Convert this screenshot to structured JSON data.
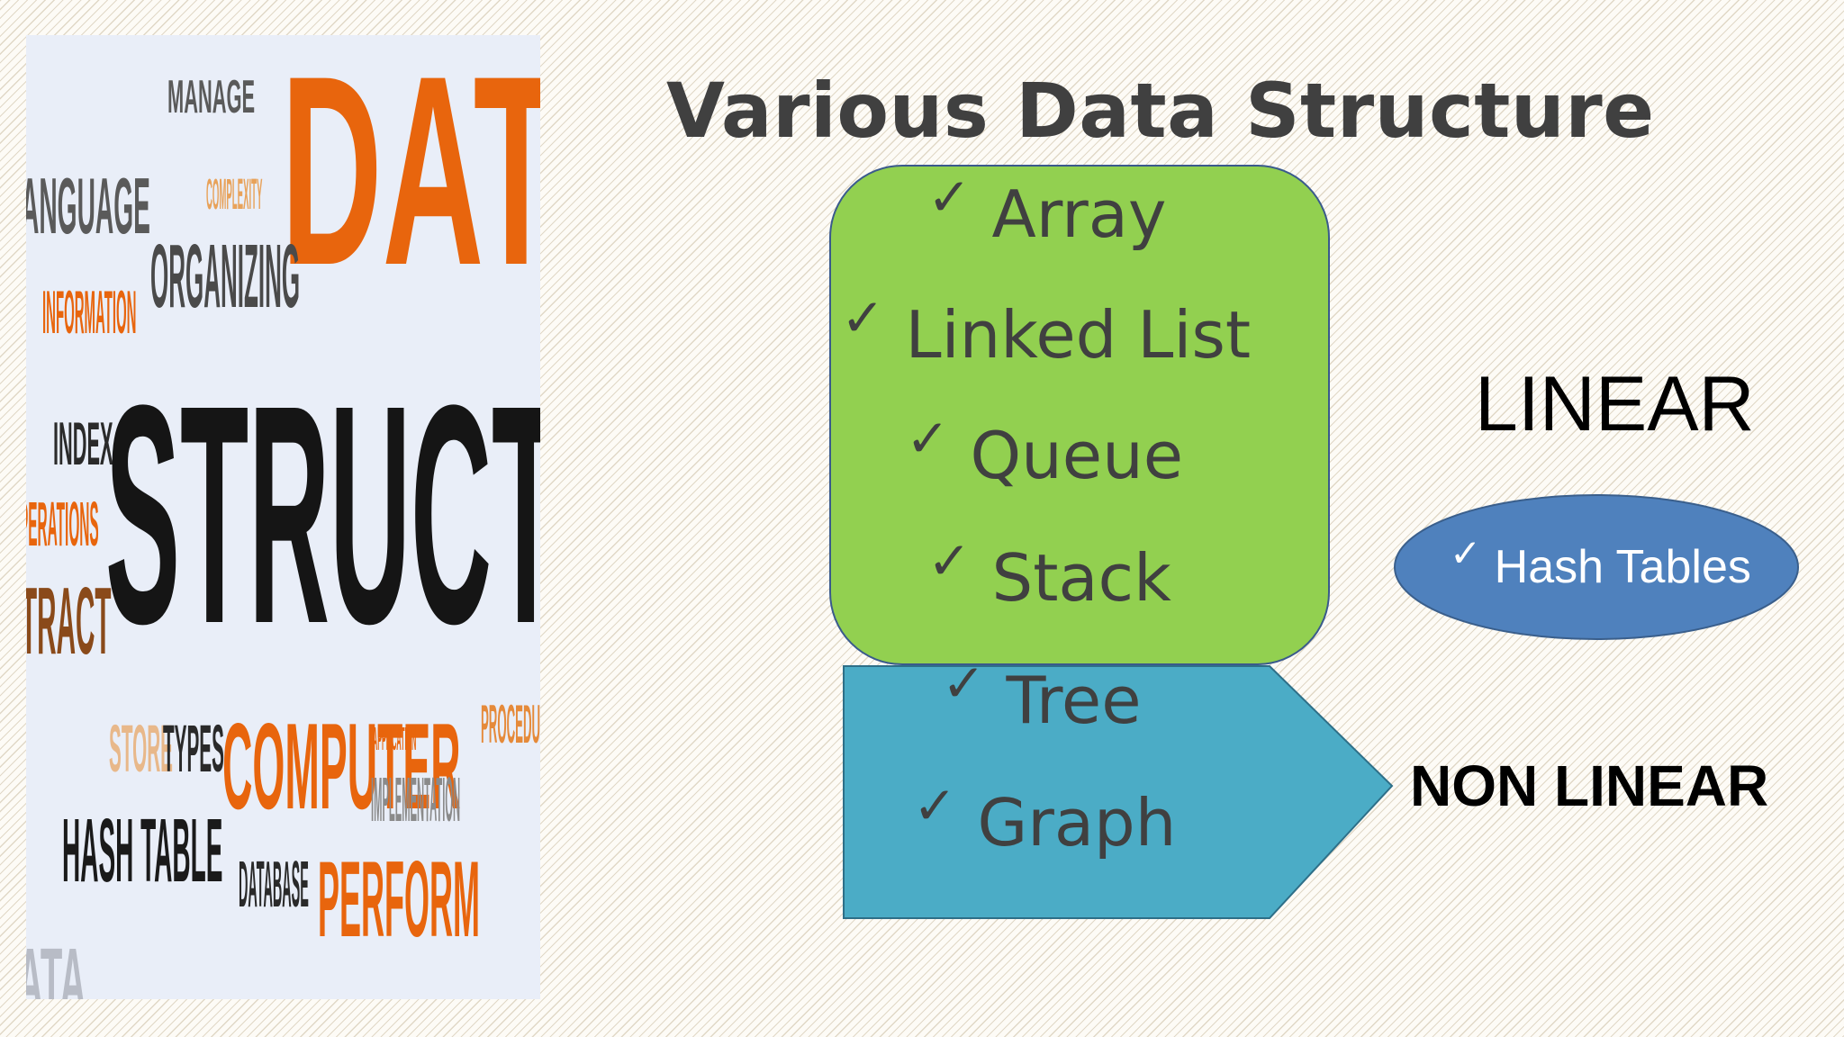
{
  "slide": {
    "title": "Various Data Structure",
    "check_glyph": "✓",
    "linear_group": {
      "items": [
        "Array",
        "Linked List",
        "Queue",
        "Stack"
      ],
      "fill": "#92d050"
    },
    "nonlinear_group": {
      "items": [
        "Tree",
        "Graph"
      ],
      "fill": "#4bacc6"
    },
    "hash_item": {
      "label": "Hash Tables",
      "fill": "#4f81bd"
    },
    "linear_label": "LINEAR",
    "nonlinear_label": "NON LINEAR"
  },
  "word_cloud": {
    "words": [
      "MANAGE",
      "DATA",
      "ANGUAGE",
      "COMPLEXITY",
      "ORGANIZING",
      "INFORMATION",
      "INDEX",
      "STRUCTURE",
      "PERATIONS",
      "TRACT",
      "STORE",
      "TYPES",
      "COMPUTER",
      "APPLICATION",
      "PROCEDUR",
      "IMPLEMENTATION",
      "HASH TABLE",
      "DATABASE",
      "PERFORM",
      "ATA"
    ],
    "colors": {
      "orange": "#e8650d",
      "dark": "#1a1a1a",
      "gray": "#5a5a5a",
      "light_orange": "#e59a4e"
    }
  }
}
